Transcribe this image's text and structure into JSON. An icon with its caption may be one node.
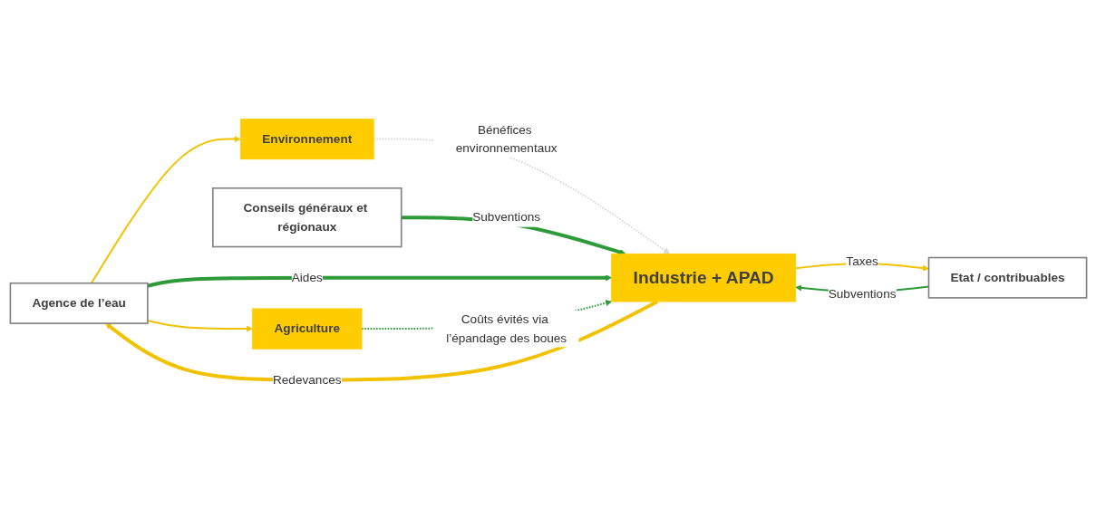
{
  "diagram": {
    "nodes": [
      {
        "text": [
          "Agence de l’eau"
        ]
      },
      {
        "text": [
          "Environnement"
        ]
      },
      {
        "text": [
          "Agriculture"
        ]
      },
      {
        "text": [
          "Industrie + APAD"
        ]
      },
      {
        "text": [
          "Conseils généraux et régionaux"
        ]
      },
      {
        "text": [
          "Etat / contribuables"
        ]
      }
    ],
    "edges": [
      {
        "from": 0,
        "to": 1,
        "arrow": "to",
        "color": "#f2c200"
      },
      {
        "from": 0,
        "to": 2,
        "arrow": "to",
        "color": "#f2c200"
      },
      {
        "from": 1,
        "to": 3,
        "arrow": "to",
        "label": "Bénéfices environnementaux",
        "style": "dashed",
        "color": "#d9d9d9"
      },
      {
        "from": 4,
        "to": 3,
        "arrow": "to",
        "label": "Subventions",
        "style": "thick",
        "color": "#2e9a3a"
      },
      {
        "from": 0,
        "to": 3,
        "arrow": "to",
        "label": "Aides",
        "style": "thick",
        "color": "#2e9a3a"
      },
      {
        "from": 3,
        "to": 0,
        "arrow": "to",
        "label": "Redevances",
        "style": "thick",
        "color": "#f2c200"
      },
      {
        "from": 2,
        "to": 3,
        "arrow": "to",
        "label": "Coûts évités via l’épandage des boues",
        "style": "dashed",
        "color": "#2e9a3a"
      },
      {
        "from": 5,
        "to": 3,
        "arrow": "to",
        "label": "Subventions",
        "color": "#2e9a3a"
      },
      {
        "from": 3,
        "to": 5,
        "arrow": "to",
        "label": "Taxes",
        "color": "#f2c200"
      }
    ]
  }
}
